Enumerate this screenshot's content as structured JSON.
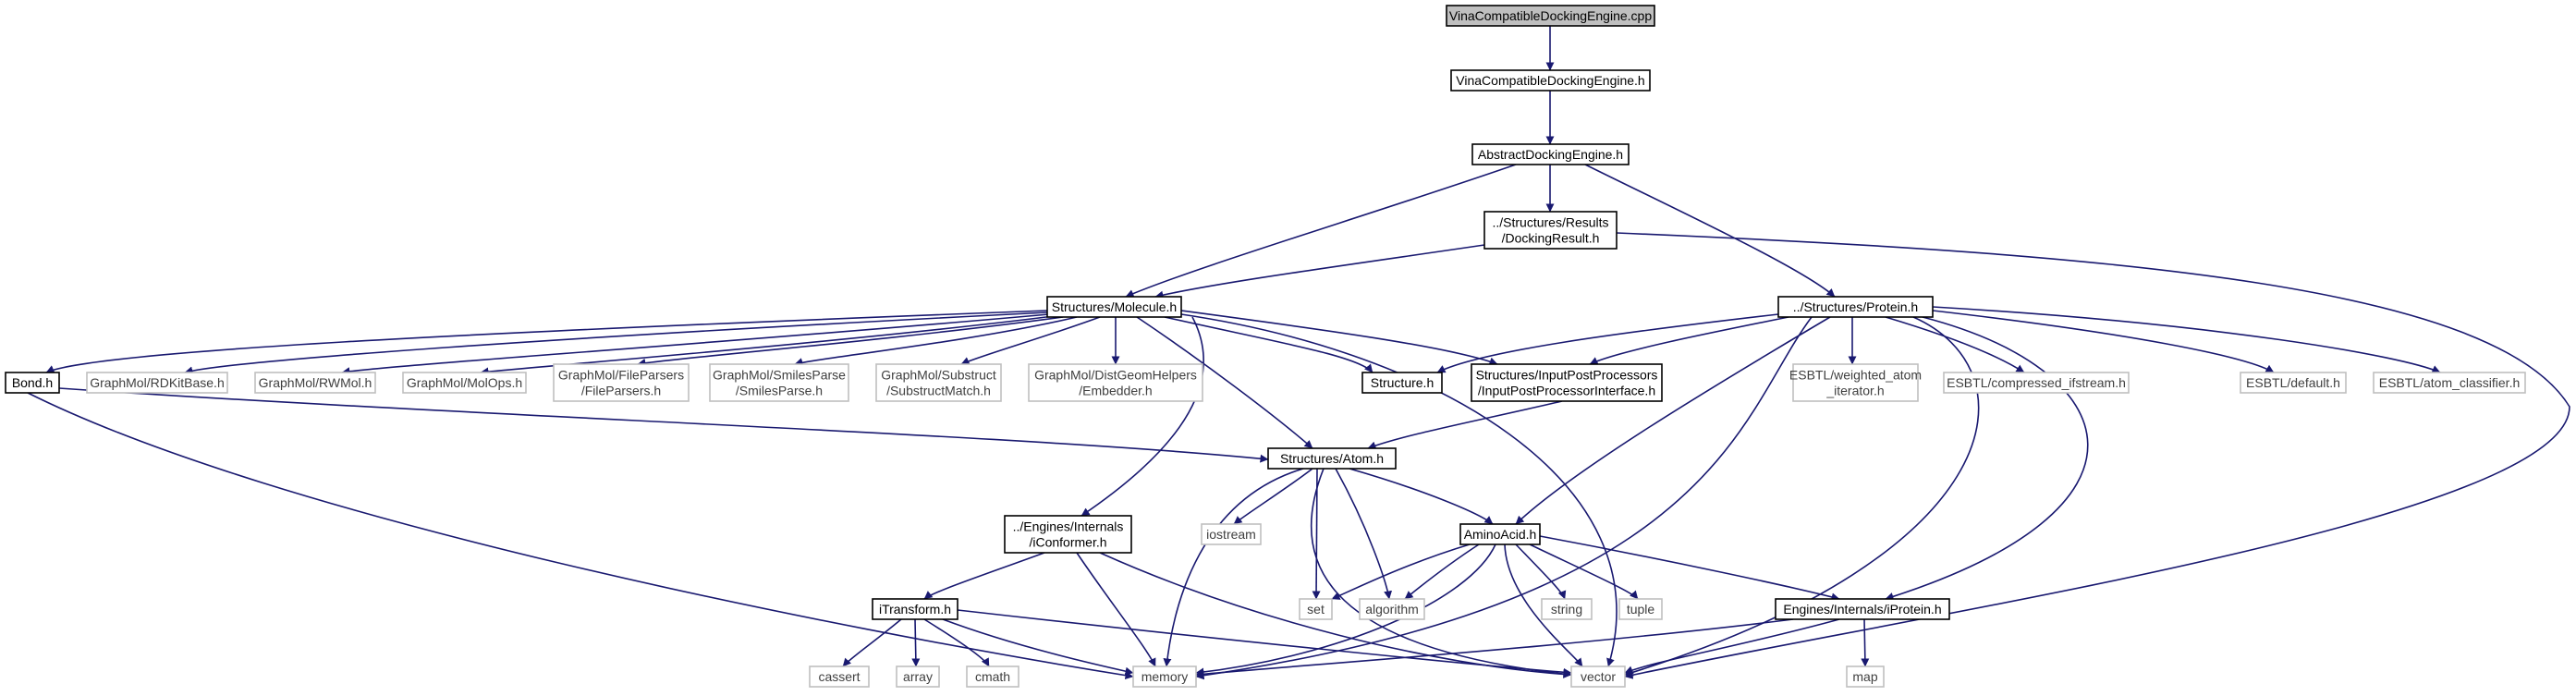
{
  "colors": {
    "edge": "#191970",
    "root_fill": "#bfbfbf",
    "node_fill": "#ffffff",
    "node_border": "#000000",
    "external_border": "#bfbfbf",
    "text": "#000000",
    "external_text": "#404040"
  },
  "nodes": [
    {
      "id": "vcde_cpp",
      "lines": [
        "VinaCompatibleDockingEngine.cpp"
      ],
      "kind": "root"
    },
    {
      "id": "vcde_h",
      "lines": [
        "VinaCompatibleDockingEngine.h"
      ],
      "kind": "local"
    },
    {
      "id": "ade_h",
      "lines": [
        "AbstractDockingEngine.h"
      ],
      "kind": "local"
    },
    {
      "id": "dockres_h",
      "lines": [
        "../Structures/Results",
        "/DockingResult.h"
      ],
      "kind": "local"
    },
    {
      "id": "molecule_h",
      "lines": [
        "Structures/Molecule.h"
      ],
      "kind": "local"
    },
    {
      "id": "protein_h",
      "lines": [
        "../Structures/Protein.h"
      ],
      "kind": "local"
    },
    {
      "id": "bond_h",
      "lines": [
        "Bond.h"
      ],
      "kind": "local"
    },
    {
      "id": "rdkitbase",
      "lines": [
        "GraphMol/RDKitBase.h"
      ],
      "kind": "external"
    },
    {
      "id": "rwmol",
      "lines": [
        "GraphMol/RWMol.h"
      ],
      "kind": "external"
    },
    {
      "id": "molops",
      "lines": [
        "GraphMol/MolOps.h"
      ],
      "kind": "external"
    },
    {
      "id": "fileparsers",
      "lines": [
        "GraphMol/FileParsers",
        "/FileParsers.h"
      ],
      "kind": "external"
    },
    {
      "id": "smilesparse",
      "lines": [
        "GraphMol/SmilesParse",
        "/SmilesParse.h"
      ],
      "kind": "external"
    },
    {
      "id": "substructmatch",
      "lines": [
        "GraphMol/Substruct",
        "/SubstructMatch.h"
      ],
      "kind": "external"
    },
    {
      "id": "embedder",
      "lines": [
        "GraphMol/DistGeomHelpers",
        "/Embedder.h"
      ],
      "kind": "external"
    },
    {
      "id": "structure_h",
      "lines": [
        "Structure.h"
      ],
      "kind": "local"
    },
    {
      "id": "ipp_h",
      "lines": [
        "Structures/InputPostProcessors",
        "/InputPostProcessorInterface.h"
      ],
      "kind": "local"
    },
    {
      "id": "weighted_atom",
      "lines": [
        "ESBTL/weighted_atom",
        "_iterator.h"
      ],
      "kind": "external"
    },
    {
      "id": "compressed",
      "lines": [
        "ESBTL/compressed_ifstream.h"
      ],
      "kind": "external"
    },
    {
      "id": "esbtl_default",
      "lines": [
        "ESBTL/default.h"
      ],
      "kind": "external"
    },
    {
      "id": "atom_classifier",
      "lines": [
        "ESBTL/atom_classifier.h"
      ],
      "kind": "external"
    },
    {
      "id": "atom_h",
      "lines": [
        "Structures/Atom.h"
      ],
      "kind": "local"
    },
    {
      "id": "iconformer_h",
      "lines": [
        "../Engines/Internals",
        "/iConformer.h"
      ],
      "kind": "local"
    },
    {
      "id": "iostream",
      "lines": [
        "iostream"
      ],
      "kind": "external"
    },
    {
      "id": "aminoacid_h",
      "lines": [
        "AminoAcid.h"
      ],
      "kind": "local"
    },
    {
      "id": "itransform_h",
      "lines": [
        "iTransform.h"
      ],
      "kind": "local"
    },
    {
      "id": "set",
      "lines": [
        "set"
      ],
      "kind": "external"
    },
    {
      "id": "algorithm",
      "lines": [
        "algorithm"
      ],
      "kind": "external"
    },
    {
      "id": "string",
      "lines": [
        "string"
      ],
      "kind": "external"
    },
    {
      "id": "tuple",
      "lines": [
        "tuple"
      ],
      "kind": "external"
    },
    {
      "id": "iprotein_h",
      "lines": [
        "Engines/Internals/iProtein.h"
      ],
      "kind": "local"
    },
    {
      "id": "cassert",
      "lines": [
        "cassert"
      ],
      "kind": "external"
    },
    {
      "id": "array",
      "lines": [
        "array"
      ],
      "kind": "external"
    },
    {
      "id": "cmath",
      "lines": [
        "cmath"
      ],
      "kind": "external"
    },
    {
      "id": "memory",
      "lines": [
        "memory"
      ],
      "kind": "external"
    },
    {
      "id": "vector",
      "lines": [
        "vector"
      ],
      "kind": "external"
    },
    {
      "id": "map",
      "lines": [
        "map"
      ],
      "kind": "external"
    }
  ],
  "edges": [
    [
      "vcde_cpp",
      "vcde_h"
    ],
    [
      "vcde_h",
      "ade_h"
    ],
    [
      "ade_h",
      "dockres_h"
    ],
    [
      "ade_h",
      "molecule_h"
    ],
    [
      "ade_h",
      "protein_h"
    ],
    [
      "dockres_h",
      "molecule_h"
    ],
    [
      "dockres_h",
      "vector"
    ],
    [
      "molecule_h",
      "bond_h"
    ],
    [
      "molecule_h",
      "rdkitbase"
    ],
    [
      "molecule_h",
      "rwmol"
    ],
    [
      "molecule_h",
      "molops"
    ],
    [
      "molecule_h",
      "fileparsers"
    ],
    [
      "molecule_h",
      "smilesparse"
    ],
    [
      "molecule_h",
      "substructmatch"
    ],
    [
      "molecule_h",
      "embedder"
    ],
    [
      "molecule_h",
      "structure_h"
    ],
    [
      "molecule_h",
      "ipp_h"
    ],
    [
      "molecule_h",
      "atom_h"
    ],
    [
      "molecule_h",
      "iconformer_h"
    ],
    [
      "molecule_h",
      "vector"
    ],
    [
      "protein_h",
      "structure_h"
    ],
    [
      "protein_h",
      "ipp_h"
    ],
    [
      "protein_h",
      "weighted_atom"
    ],
    [
      "protein_h",
      "compressed"
    ],
    [
      "protein_h",
      "esbtl_default"
    ],
    [
      "protein_h",
      "atom_classifier"
    ],
    [
      "protein_h",
      "aminoacid_h"
    ],
    [
      "protein_h",
      "iprotein_h"
    ],
    [
      "protein_h",
      "memory"
    ],
    [
      "protein_h",
      "vector"
    ],
    [
      "bond_h",
      "atom_h"
    ],
    [
      "bond_h",
      "memory"
    ],
    [
      "ipp_h",
      "atom_h"
    ],
    [
      "atom_h",
      "iostream"
    ],
    [
      "atom_h",
      "aminoacid_h"
    ],
    [
      "atom_h",
      "set"
    ],
    [
      "atom_h",
      "algorithm"
    ],
    [
      "atom_h",
      "memory"
    ],
    [
      "atom_h",
      "vector"
    ],
    [
      "iconformer_h",
      "itransform_h"
    ],
    [
      "iconformer_h",
      "memory"
    ],
    [
      "iconformer_h",
      "vector"
    ],
    [
      "aminoacid_h",
      "set"
    ],
    [
      "aminoacid_h",
      "algorithm"
    ],
    [
      "aminoacid_h",
      "string"
    ],
    [
      "aminoacid_h",
      "tuple"
    ],
    [
      "aminoacid_h",
      "iprotein_h"
    ],
    [
      "aminoacid_h",
      "memory"
    ],
    [
      "aminoacid_h",
      "vector"
    ],
    [
      "itransform_h",
      "cassert"
    ],
    [
      "itransform_h",
      "array"
    ],
    [
      "itransform_h",
      "cmath"
    ],
    [
      "itransform_h",
      "memory"
    ],
    [
      "itransform_h",
      "vector"
    ],
    [
      "iprotein_h",
      "map"
    ],
    [
      "iprotein_h",
      "memory"
    ],
    [
      "iprotein_h",
      "vector"
    ]
  ]
}
